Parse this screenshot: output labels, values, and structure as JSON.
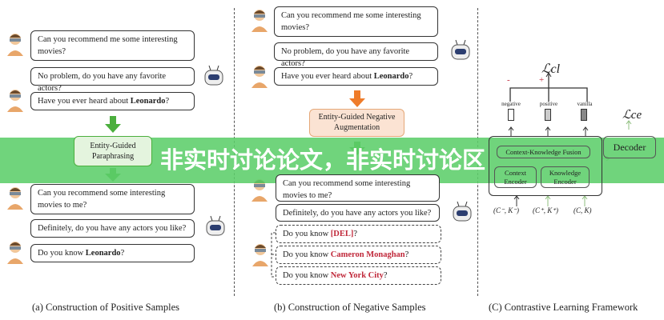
{
  "panel_a": {
    "caption": "(a) Construction of Positive Samples",
    "original": [
      "Can you recommend me some interesting movies?",
      "No problem, do you have any favorite actors?",
      "Have you ever heard about "
    ],
    "entity": "Leonardo",
    "q_end": "?",
    "process": "Entity-Guided Paraphrasing",
    "augmented": [
      "Can you recommend some interesting movies to me?",
      "Definitely, do you have any actors you like?",
      "Do you know "
    ]
  },
  "panel_b": {
    "caption": "(b) Construction of Negative Samples",
    "original": [
      "Can you recommend me some interesting movies?",
      "No problem, do you have any favorite actors?",
      "Have you ever heard about "
    ],
    "entity": "Leonardo",
    "q_end": "?",
    "process": "Entity-Guided Negative Augmentation",
    "augmented": [
      "Can you recommend some interesting movies to me?",
      "Definitely, do you have any actors you like?"
    ],
    "negatives_prefix": "Do you know ",
    "negatives": [
      "[DEL]",
      "Cameron Monaghan",
      "New York City"
    ]
  },
  "panel_c": {
    "caption": "(C) Contrastive Learning Framework",
    "loss_cl": "ℒcl",
    "loss_ce": "ℒce",
    "minus": "-",
    "plus": "+",
    "labels": [
      "negative",
      "positive",
      "vanilla"
    ],
    "fusion": "Context-Knowledge Fusion",
    "context_encoder": "Context Encoder",
    "knowledge_encoder": "Knowledge Encoder",
    "decoder": "Decoder",
    "inputs": [
      "(C⁻, K⁻)",
      "(C⁺, K⁺)",
      "(C, K)"
    ]
  },
  "banner": {
    "text": "非实时讨论论文，非实时讨论区"
  }
}
